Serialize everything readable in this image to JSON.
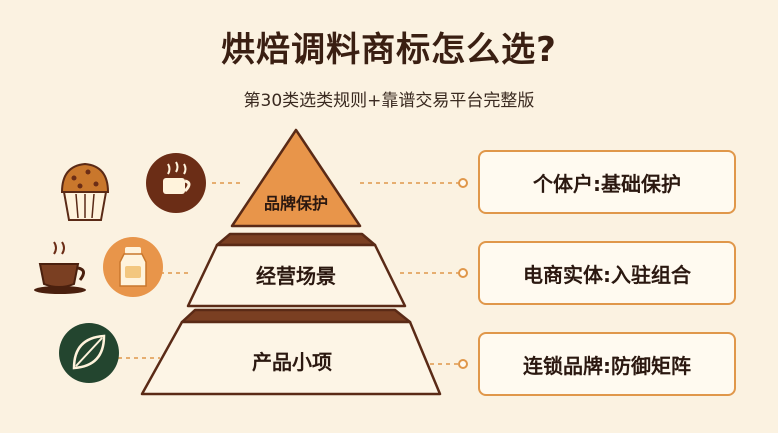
{
  "header": {
    "title": "烘焙调料商标怎么选?",
    "subtitle": "第30类选类规则+靠谱交易平台完整版"
  },
  "pyramid": {
    "levels": [
      {
        "label": "品牌保护",
        "color": "#e8954a"
      },
      {
        "label": "经营场景",
        "color": "#fdf5e6"
      },
      {
        "label": "产品小项",
        "color": "#fdf5e6"
      }
    ],
    "band_color": "#7a3f22"
  },
  "cards": [
    {
      "text": "个体户:基础保护"
    },
    {
      "text": "电商实体:入驻组合"
    },
    {
      "text": "连锁品牌:防御矩阵"
    }
  ],
  "icons": [
    {
      "name": "muffin-icon"
    },
    {
      "name": "coffee-cup-icon"
    },
    {
      "name": "steaming-mug-icon"
    },
    {
      "name": "milk-bottle-icon"
    },
    {
      "name": "leaf-icon"
    }
  ],
  "colors": {
    "background": "#fbf2e1",
    "dark_brown": "#6b2d16",
    "orange": "#e8954a",
    "green": "#23452f",
    "card_border": "#e0974a"
  }
}
